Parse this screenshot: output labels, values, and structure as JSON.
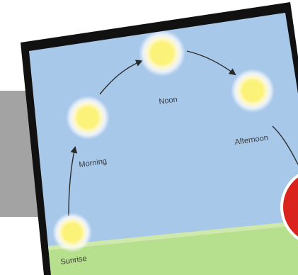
{
  "diagram": {
    "stages": [
      {
        "key": "sunrise",
        "label": "Sunrise"
      },
      {
        "key": "morning",
        "label": "Morning"
      },
      {
        "key": "noon",
        "label": "Noon"
      },
      {
        "key": "afternoon",
        "label": "Afternoon"
      }
    ]
  },
  "colors": {
    "sky": "#a8c8ea",
    "ground": "#b6df8e",
    "frame": "#111111",
    "sun_core": "#fbf27a",
    "sun_glow": "#fffbe0",
    "arrow": "#2a2a2a",
    "badge": "#d9231c",
    "background_band": "#a3a3a3"
  },
  "icons": {
    "sun": "sun-icon",
    "arrow": "arrow-icon"
  }
}
